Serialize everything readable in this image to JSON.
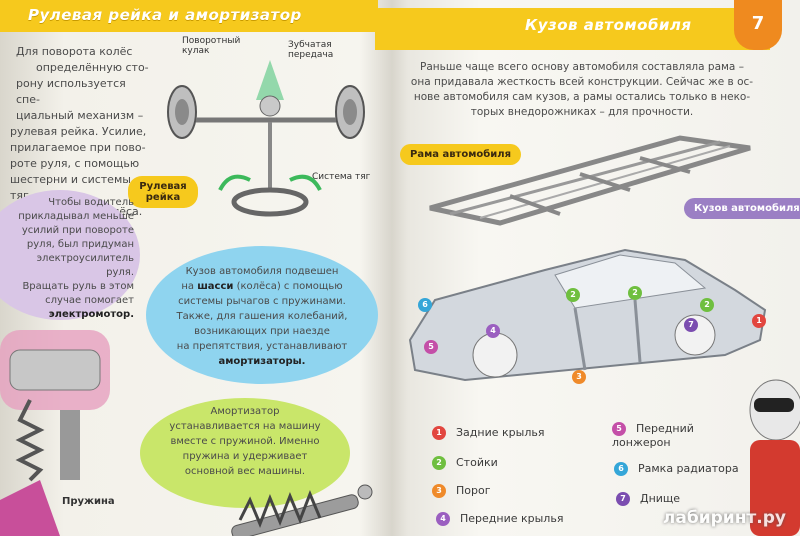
{
  "left_page": {
    "header_title": "Рулевая рейка и амортизатор",
    "intro_lines": [
      "Для поворота колёс",
      "определённую сто-",
      "рону используется спе-",
      "циальный механизм –",
      "рулевая рейка. Усилие,",
      "прилагаемое при пово-",
      "роте руля, с помощью",
      "шестерни и системы тяг",
      "передается на колёса."
    ],
    "diagram_labels": {
      "knuckle": "Поворотный кулак",
      "gear": "Зубчатая передача",
      "rods": "Система тяг",
      "rack": "Рулевая рейка"
    },
    "power_steering_lines": [
      "Чтобы водитель",
      "прикладывал меньше",
      "усилий при повороте",
      "руля, был придуман",
      "электроусилитель руля.",
      "Вращать руль в этом",
      "случае помогает"
    ],
    "power_steering_bold": "электромотор.",
    "chassis_lines": [
      "Кузов автомобиля подвешен",
      "на",
      "(колёса) с помощью",
      "системы рычагов с пружинами.",
      "Также, для гашения колебаний,",
      "возникающих при наезде",
      "на препятствия, устанавливают"
    ],
    "chassis_bold_1": "шасси",
    "chassis_bold_2": "амортизаторы.",
    "shock_lines": [
      "Амортизатор",
      "устанавливается на машину",
      "вместе с пружиной. Именно",
      "пружина и удерживает",
      "основной вес машины."
    ],
    "spring_label": "Пружина"
  },
  "right_page": {
    "header_title": "Кузов автомобиля",
    "page_number": "7",
    "intro_lines": [
      "Раньше чаще всего основу автомобиля составляла рама –",
      "она придавала жесткость всей конструкции. Сейчас же в ос-",
      "нове автомобиля сам кузов, а рамы остались только в неко-",
      "торых внедорожниках – для прочности."
    ],
    "frame_label": "Рама автомобиля",
    "body_label": "Кузов автомобиля",
    "legend": [
      {
        "n": "1",
        "label": "Задние крылья",
        "color": "#e2463f"
      },
      {
        "n": "2",
        "label": "Стойки",
        "color": "#6fbf3f"
      },
      {
        "n": "3",
        "label": "Порог",
        "color": "#ef8a2a"
      },
      {
        "n": "4",
        "label": "Передние крылья",
        "color": "#9b5fc0"
      },
      {
        "n": "5",
        "label": "Передний лонжерон",
        "color": "#c44fa8"
      },
      {
        "n": "6",
        "label": "Рамка радиатора",
        "color": "#35a6d8"
      },
      {
        "n": "7",
        "label": "Днище",
        "color": "#7b4db0"
      }
    ],
    "car_markers": [
      "6",
      "2",
      "2",
      "2",
      "4",
      "5",
      "3",
      "7",
      "1"
    ]
  },
  "watermark": "лабиринт.ру"
}
